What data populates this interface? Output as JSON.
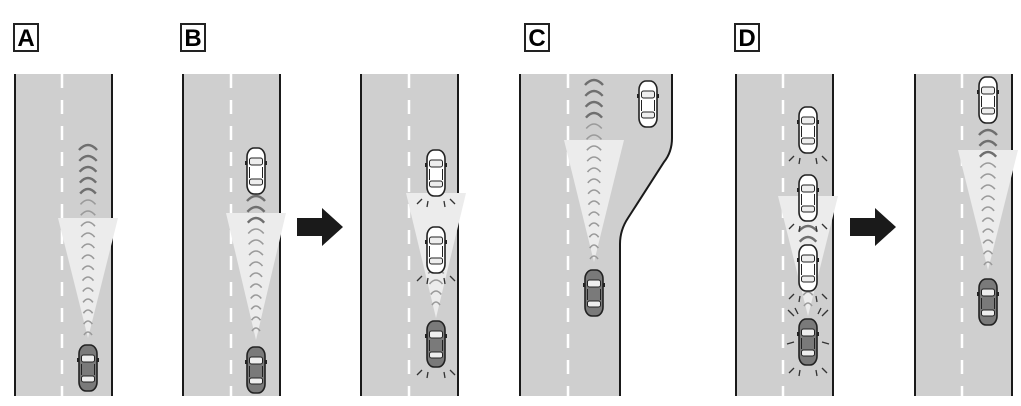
{
  "panels": [
    {
      "label": "A"
    },
    {
      "label": "B"
    },
    {
      "label": "C"
    },
    {
      "label": "D"
    }
  ],
  "colors": {
    "road": "#cfcfcf",
    "road_edge": "#1a1a1a",
    "lane_dash": "#ffffff",
    "beam": "#ececec",
    "own_car": "#7a7a7a",
    "other_car": "#ffffff",
    "arrow": "#1a1a1a"
  },
  "icons": {
    "transition_arrow": "right-arrow-icon",
    "own_vehicle": "car-top-view-icon",
    "other_vehicle": "car-top-view-icon",
    "radar": "radar-wave-icon"
  }
}
